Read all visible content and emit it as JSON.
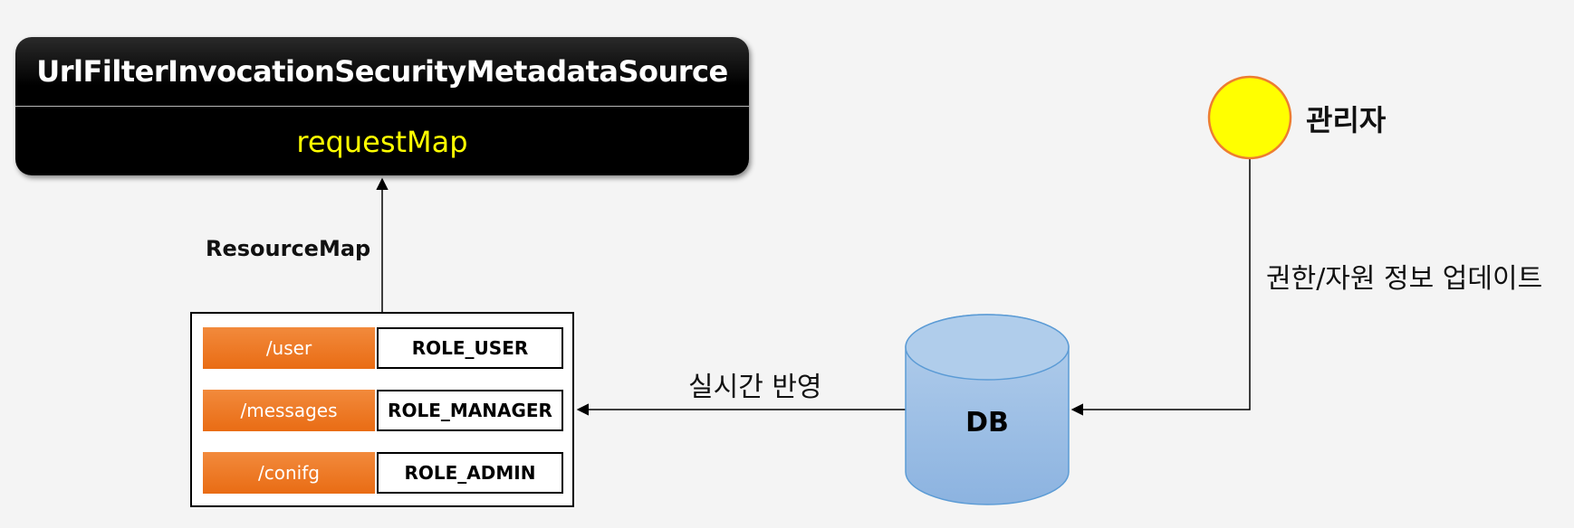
{
  "class_box": {
    "name": "UrlFilterInvocationSecurityMetadataSource",
    "field": "requestMap"
  },
  "resource_map": {
    "label": "ResourceMap",
    "rows": [
      {
        "url": "/user",
        "role": "ROLE_USER"
      },
      {
        "url": "/messages",
        "role": "ROLE_MANAGER"
      },
      {
        "url": "/conifg",
        "role": "ROLE_ADMIN"
      }
    ]
  },
  "db": {
    "label": "DB"
  },
  "admin": {
    "label": "관리자"
  },
  "edges": {
    "admin_to_db": "권한/자원 정보 업데이트",
    "db_to_map": "실시간 반영"
  },
  "colors": {
    "class_box_bg": "#000000",
    "class_field_text": "#ffff00",
    "url_cell": "#ed7d31",
    "db_fill": "#9dc3e6",
    "db_stroke": "#5b9bd5",
    "admin_fill": "#ffff00",
    "admin_stroke": "#ed7d31"
  }
}
